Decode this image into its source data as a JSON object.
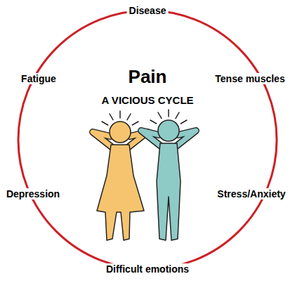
{
  "diagram": {
    "title": "Pain",
    "labels": [
      "A VICIOUS CYCLE",
      "Disease",
      "Tense muscles",
      "Stress/Anxiety",
      "Difficult emotions",
      "Depression",
      "Fatigue"
    ]
  }
}
